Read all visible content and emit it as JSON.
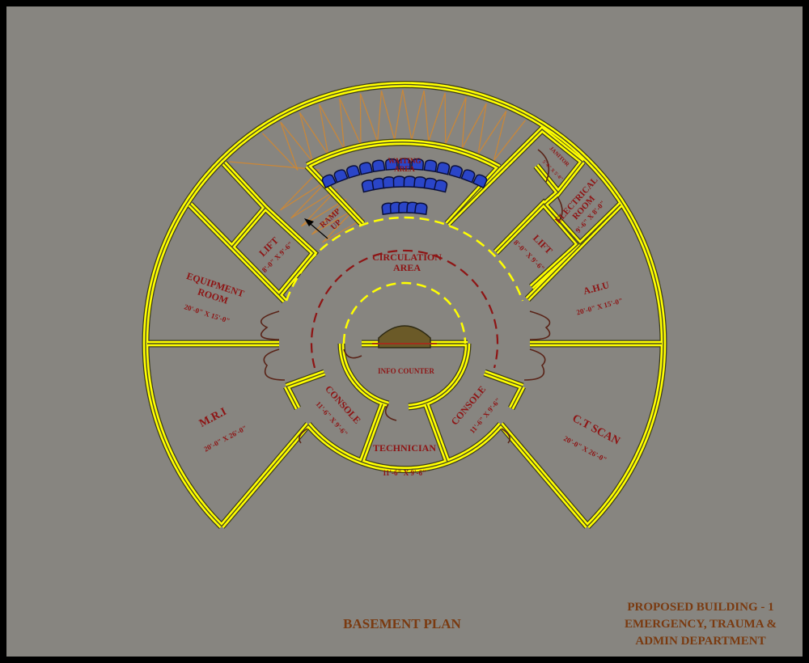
{
  "drawing": {
    "title": "BASEMENT PLAN",
    "project": [
      "PROPOSED BUILDING - 1",
      "EMERGENCY, TRAUMA &",
      "ADMIN DEPARTMENT"
    ]
  },
  "rooms": {
    "waiting_area": [
      "WAITING",
      "AREA"
    ],
    "circulation_area": [
      "CIRCULATION",
      "AREA"
    ],
    "info_counter": "INFO COUNTER",
    "ramp": [
      "RAMP",
      "UP"
    ],
    "equipment_room": {
      "name": [
        "EQUIPMENT",
        "ROOM"
      ],
      "size": "20'-0\" X 15'-0\""
    },
    "lift_left": {
      "name": "LIFT",
      "size": "8'-0\" X 9'-6\""
    },
    "lift_right": {
      "name": "LIFT",
      "size": "8'-0\" X 9'-6\""
    },
    "janitor": {
      "name": "JANITOR",
      "size": "5'-0\" X 5'-0\""
    },
    "electrical_room": {
      "name": [
        "ELECTRICAL",
        "ROOM"
      ],
      "size": "9'-6\" X 8'-0\""
    },
    "ahu": {
      "name": "A.H.U",
      "size": "20'-0\" X 15'-0\""
    },
    "mri": {
      "name": "M.R.I",
      "size": "20'-0\" X 26'-0\""
    },
    "console_left": {
      "name": "CONSOLE",
      "size": "11'-6\" X 9'-6\""
    },
    "technician": {
      "name": "TECHNICIAN",
      "size": "11'-6\" X 9'-6\""
    },
    "console_right": {
      "name": "CONSOLE",
      "size": "11'-6\" X 9'-6\""
    },
    "ct_scan": {
      "name": "C.T SCAN",
      "size": "20'-0\" X 26'-0\""
    }
  },
  "colors": {
    "wall": "#ffff00",
    "label": "#8e1414",
    "seat": "#2a45c8",
    "ramp": "#c8873a",
    "background": "#878580"
  }
}
